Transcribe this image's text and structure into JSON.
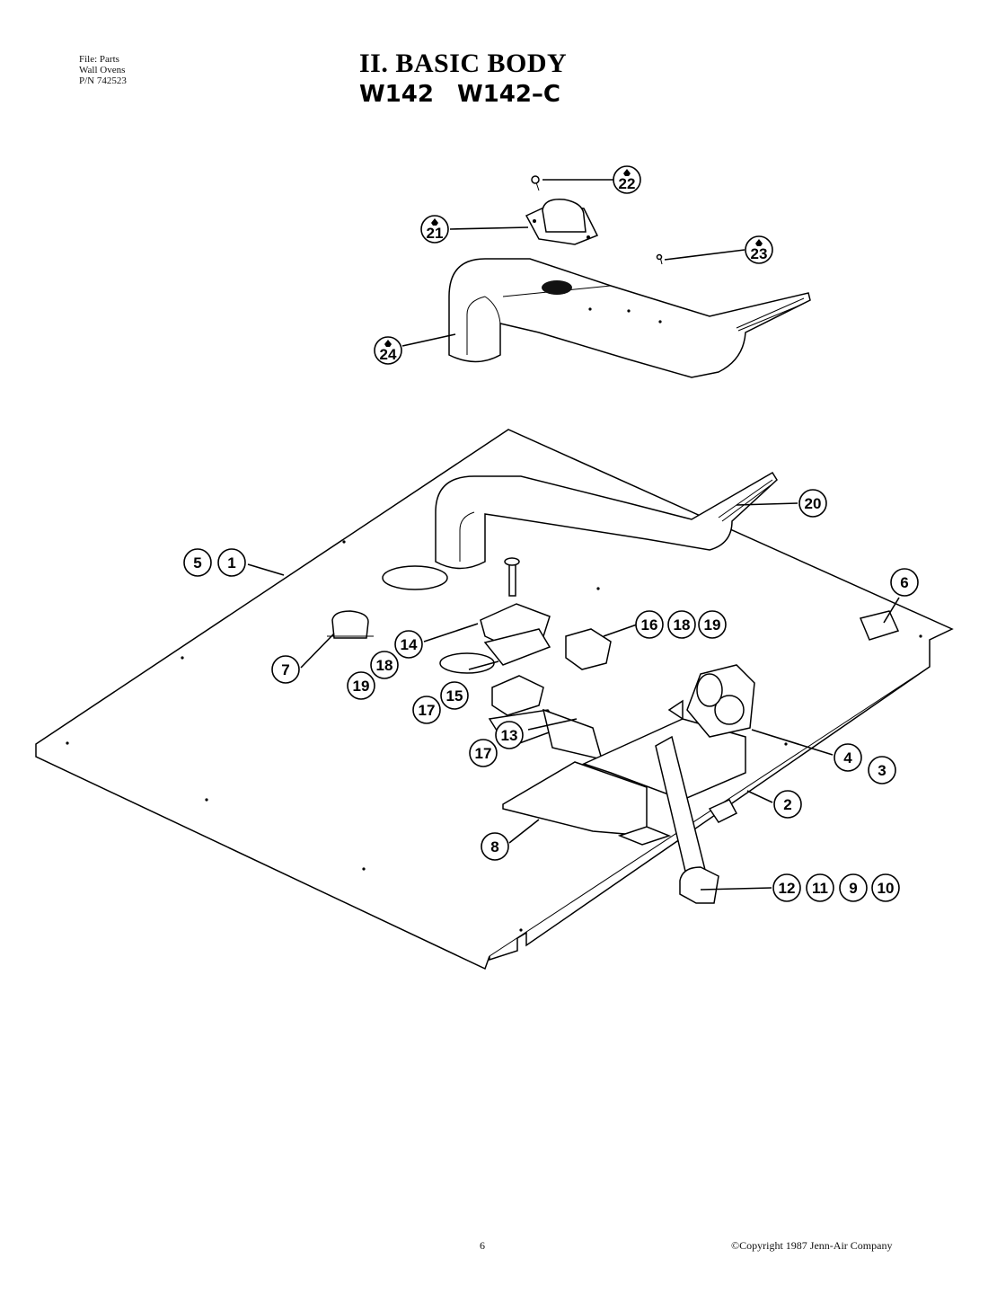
{
  "header": {
    "file_line1": "File: Parts",
    "file_line2": "Wall Ovens",
    "file_line3": "P/N 742523",
    "title": "II. BASIC BODY",
    "model_a": "W142",
    "model_b": "W142–C"
  },
  "callouts": [
    {
      "label": "22",
      "marked": true
    },
    {
      "label": "21",
      "marked": true
    },
    {
      "label": "23",
      "marked": true
    },
    {
      "label": "24",
      "marked": true
    },
    {
      "label": "20",
      "marked": false
    },
    {
      "label": "5",
      "marked": false
    },
    {
      "label": "1",
      "marked": false
    },
    {
      "label": "6",
      "marked": false
    },
    {
      "label": "16",
      "marked": false
    },
    {
      "label": "18",
      "marked": false
    },
    {
      "label": "19",
      "marked": false
    },
    {
      "label": "14",
      "marked": false
    },
    {
      "label": "7",
      "marked": false
    },
    {
      "label": "18",
      "marked": false
    },
    {
      "label": "19",
      "marked": false
    },
    {
      "label": "17",
      "marked": false
    },
    {
      "label": "15",
      "marked": false
    },
    {
      "label": "13",
      "marked": false
    },
    {
      "label": "17",
      "marked": false
    },
    {
      "label": "4",
      "marked": false
    },
    {
      "label": "3",
      "marked": false
    },
    {
      "label": "2",
      "marked": false
    },
    {
      "label": "8",
      "marked": false
    },
    {
      "label": "12",
      "marked": false
    },
    {
      "label": "11",
      "marked": false
    },
    {
      "label": "9",
      "marked": false
    },
    {
      "label": "10",
      "marked": false
    }
  ],
  "footer": {
    "page_number": "6",
    "copyright": "©Copyright 1987 Jenn-Air Company"
  }
}
